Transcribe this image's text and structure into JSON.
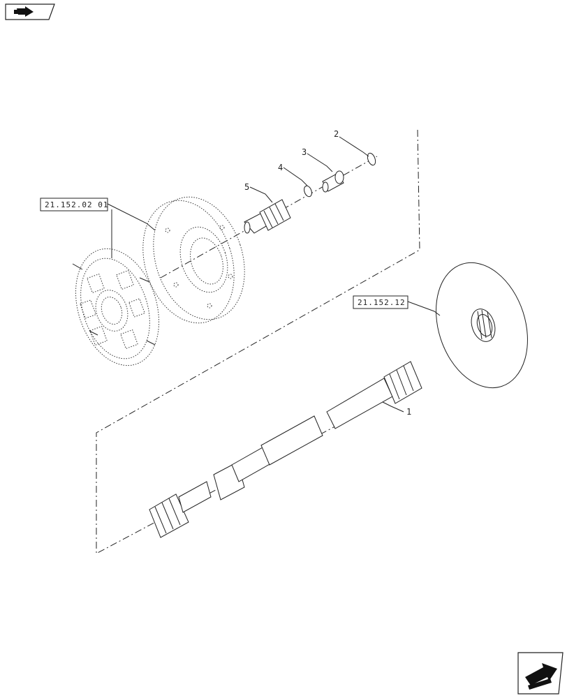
{
  "callouts": [
    {
      "id": "1",
      "label": "1"
    },
    {
      "id": "2",
      "label": "2"
    },
    {
      "id": "3",
      "label": "3"
    },
    {
      "id": "4",
      "label": "4"
    },
    {
      "id": "5",
      "label": "5"
    }
  ],
  "references": [
    {
      "id": "ref-a",
      "label": "21.152.02 01"
    },
    {
      "id": "ref-b",
      "label": "21.152.12"
    }
  ],
  "icons": {
    "top_left": "previous-page-arrow-icon",
    "bottom_right": "next-page-arrow-icon"
  }
}
